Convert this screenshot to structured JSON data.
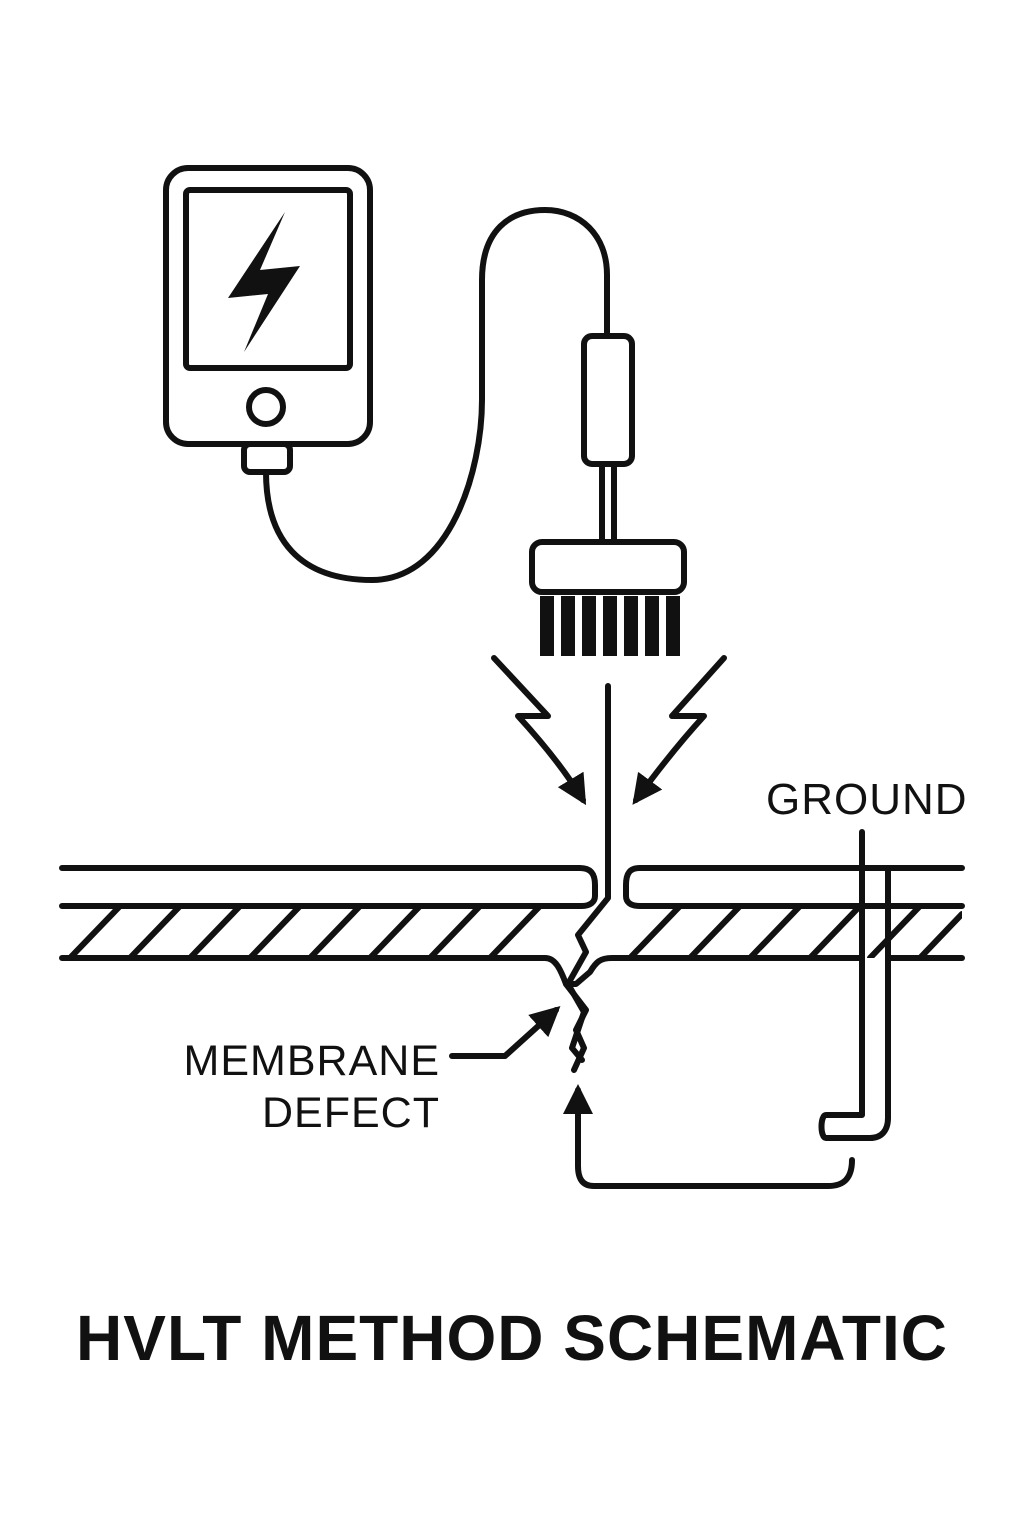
{
  "diagram": {
    "title": "HVLT METHOD SCHEMATIC",
    "labels": {
      "ground": "GROUND",
      "membrane_defect_line1": "MEMBRANE",
      "membrane_defect_line2": "DEFECT"
    },
    "icons": [
      "tester-device-icon",
      "lightning-bolt-icon",
      "brush-electrode-icon",
      "spark-icon",
      "membrane-crack-icon",
      "ground-rod-icon"
    ],
    "colors": {
      "ink": "#111111",
      "background": "#ffffff"
    }
  }
}
